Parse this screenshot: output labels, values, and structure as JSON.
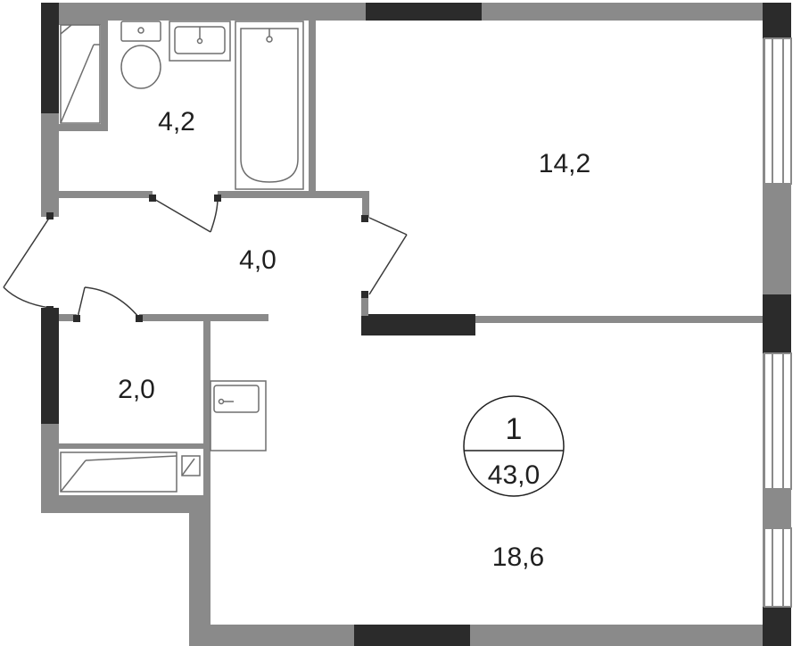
{
  "rooms": [
    {
      "id": "bathroom",
      "area": "4,2"
    },
    {
      "id": "kitchen",
      "area": "14,2"
    },
    {
      "id": "hall",
      "area": "4,0"
    },
    {
      "id": "storage",
      "area": "2,0"
    },
    {
      "id": "living",
      "area": "18,6"
    }
  ],
  "badge": {
    "rooms_count": "1",
    "total_area": "43,0"
  },
  "colors": {
    "wall": "#8a8a8a",
    "wall_dark": "#2b2b2b",
    "fixture": "#6e6e6e",
    "text": "#1f1f1f"
  }
}
